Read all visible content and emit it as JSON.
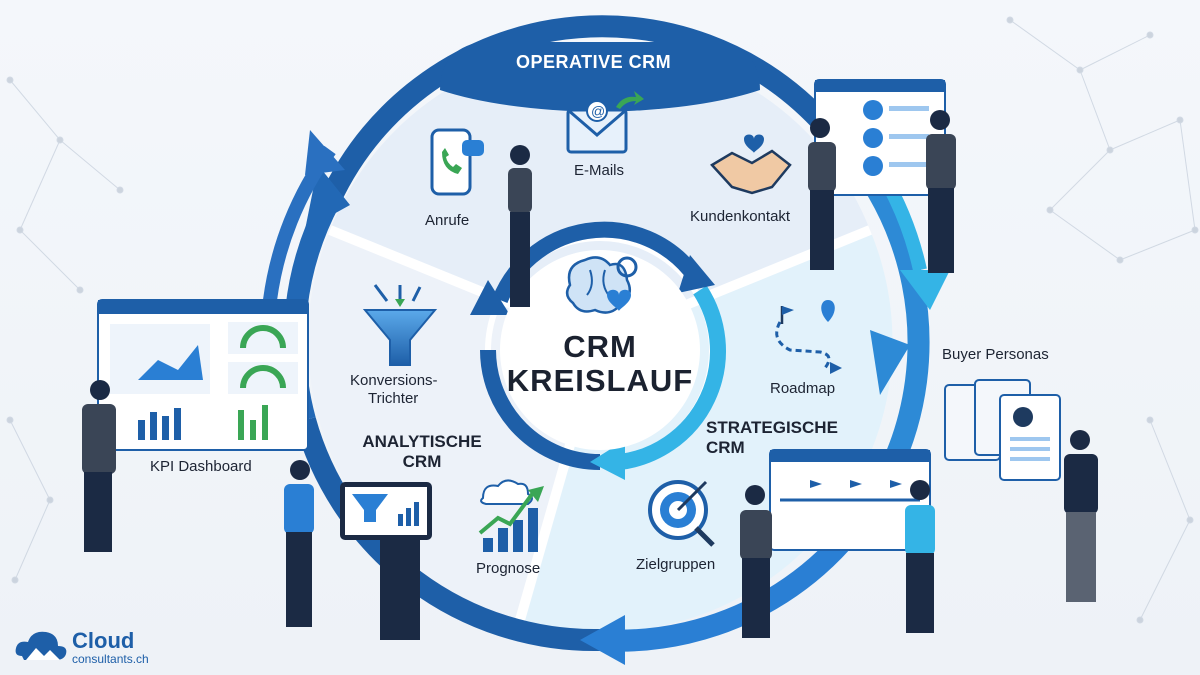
{
  "diagram": {
    "center_title_line1": "CRM",
    "center_title_line2": "KREISLAUF",
    "operative": {
      "title": "OPERATIVE CRM",
      "items": [
        "Anrufe",
        "E-Mails",
        "Kundenkontakt"
      ]
    },
    "analytische": {
      "title_line1": "ANALYTISCHE",
      "title_line2": "CRM",
      "items": [
        "Konversions-",
        "Trichter",
        "Prognose",
        "KPI Dashboard"
      ]
    },
    "strategische": {
      "title_line1": "STRATEGISCHE",
      "title_line2": "CRM",
      "items": [
        "Roadmap",
        "Zielgruppen",
        "Buyer Personas"
      ]
    }
  },
  "logo": {
    "name": "Cloud",
    "domain": "consultants.ch"
  },
  "colors": {
    "dark_blue": "#1e5fa8",
    "mid_blue": "#2a7fd4",
    "light_blue": "#34b4e6",
    "navy": "#1b2a44",
    "green": "#3aa655"
  }
}
